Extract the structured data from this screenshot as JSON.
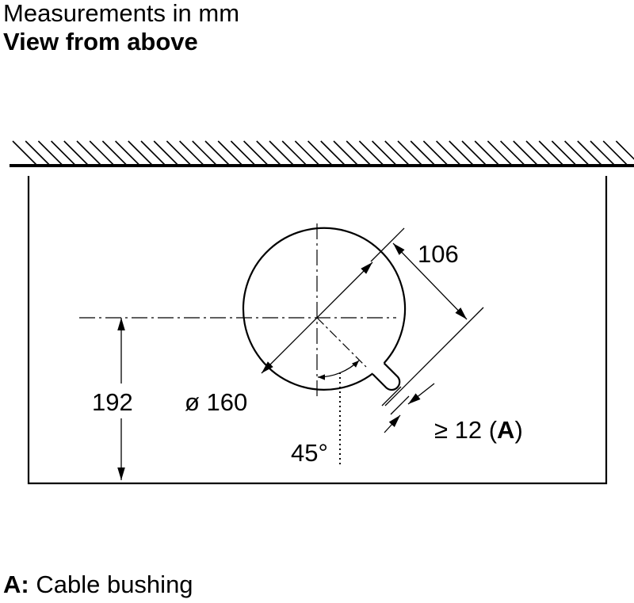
{
  "header": {
    "line1": "Measurements in mm",
    "line2": "View from above"
  },
  "diagram": {
    "dim_height": "192",
    "dim_diameter": "ø 160",
    "dim_offset": "106",
    "dim_angle": "45°",
    "dim_min_prefix": "≥ 12 (",
    "dim_min_ref": "A",
    "dim_min_suffix": ")"
  },
  "legend": {
    "key": "A:",
    "text": "Cable bushing"
  }
}
